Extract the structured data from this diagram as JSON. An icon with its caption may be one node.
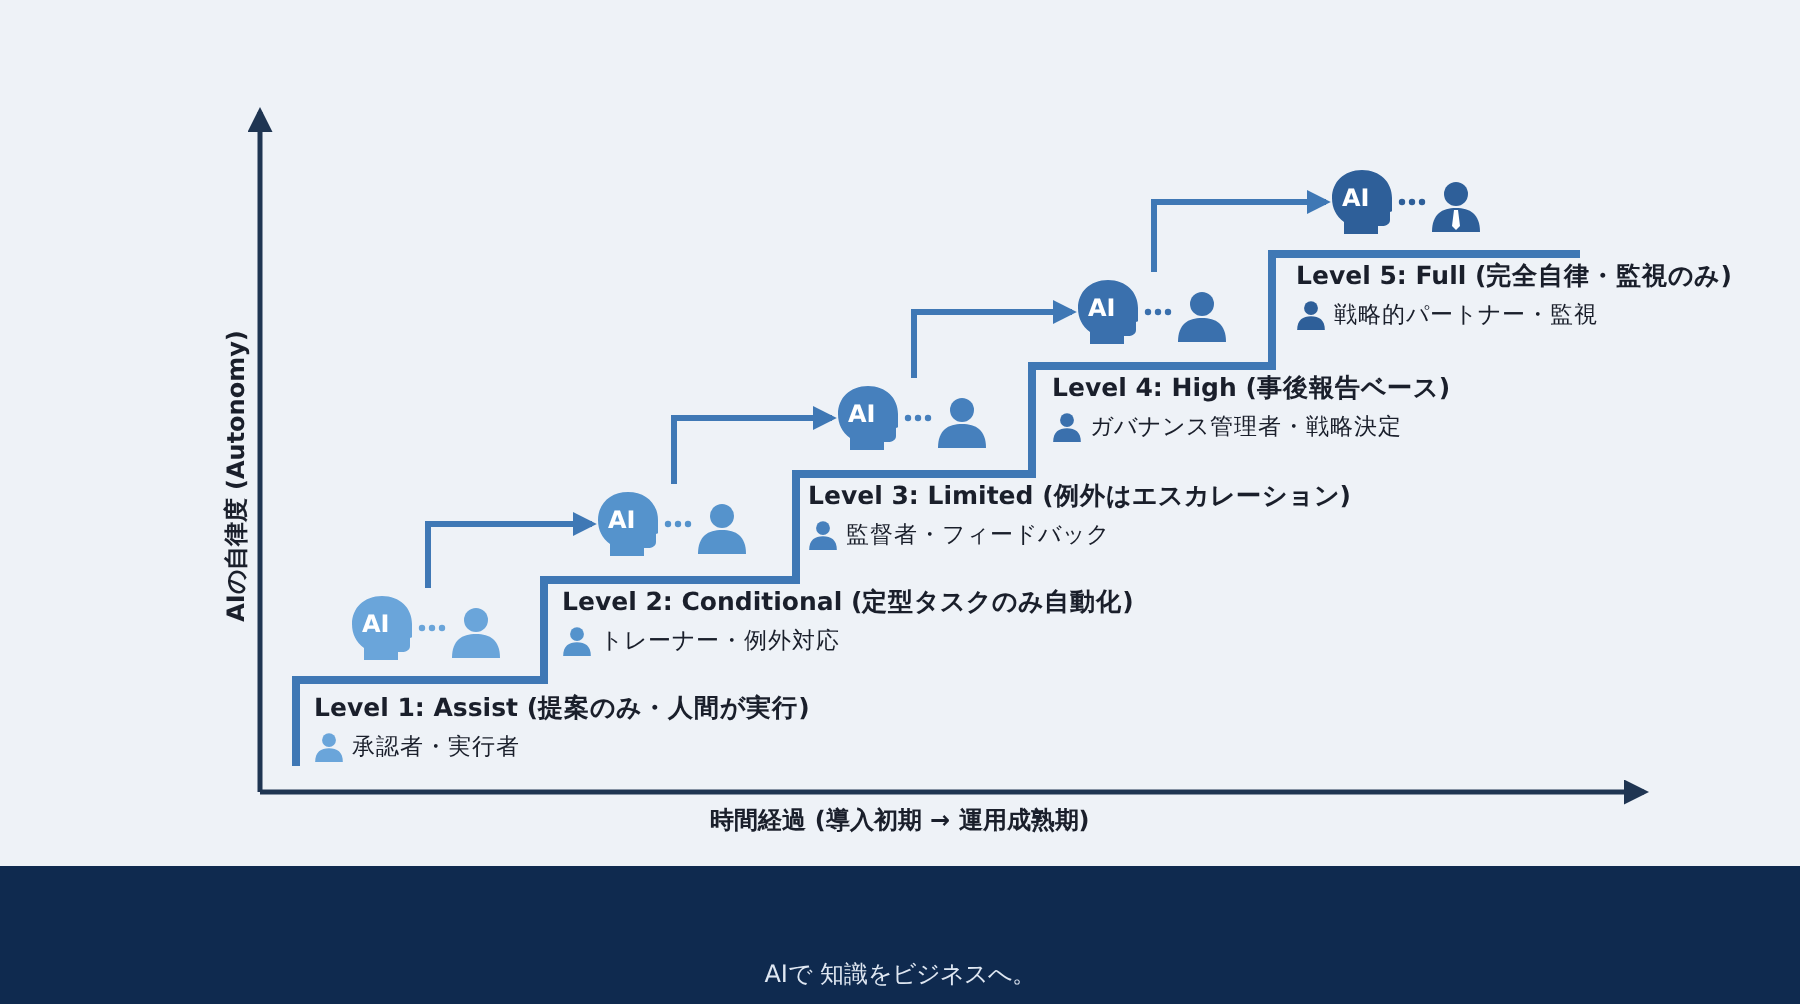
{
  "diagram": {
    "nodes": [
      {
        "text": [
          "AI"
        ]
      },
      {
        "text": [
          "AI"
        ]
      },
      {
        "text": [
          "AI"
        ]
      },
      {
        "text": [
          "AI"
        ]
      },
      {
        "text": [
          "AI"
        ]
      }
    ],
    "edges": [
      {
        "from": 0,
        "to": 1,
        "arrow": "to"
      },
      {
        "from": 1,
        "to": 2,
        "arrow": "to"
      },
      {
        "from": 2,
        "to": 3,
        "arrow": "to"
      },
      {
        "from": 3,
        "to": 4,
        "arrow": "to"
      }
    ],
    "labels": [
      "Level 5: Full (完全自律・監視のみ)",
      "戦略的パートナー・監視",
      "Level 4: High (事後報告ベース)",
      "ガバナンス管理者・戦略決定",
      "Level 3: Limited (例外はエスカレーション)",
      "監督者・フィードバック",
      "Level 2: Conditional (定型タスクのみ自動化)",
      "トレーナー・例外対応",
      "Level 1: Assist (提案のみ・人間が実行)",
      "承認者・実行者",
      "AIの自律度 (Autonomy)",
      "時間経過 (導入初期 → 運用成熟期)",
      "AIで 知識をビジネスへ。"
    ]
  }
}
